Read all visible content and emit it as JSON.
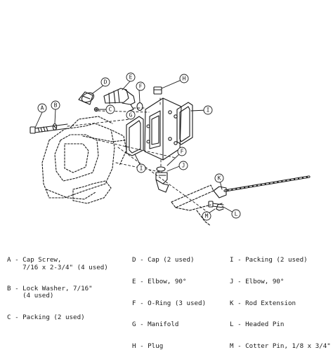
{
  "callouts": [
    "A",
    "B",
    "C",
    "D",
    "E",
    "F",
    "G",
    "H",
    "I",
    "J",
    "K",
    "L",
    "M"
  ],
  "legend": {
    "col1": [
      {
        "line1": "A - Cap Screw,",
        "line2": "    7/16 x 2-3/4\" (4 used)"
      },
      {
        "line1": "B - Lock Washer, 7/16\"",
        "line2": "    (4 used)"
      },
      {
        "line1": "C - Packing (2 used)",
        "line2": ""
      }
    ],
    "col2": [
      {
        "line1": "D - Cap (2 used)"
      },
      {
        "line1": "E - Elbow, 90°"
      },
      {
        "line1": "F - O-Ring (3 used)"
      },
      {
        "line1": "G - Manifold"
      },
      {
        "line1": "H - Plug"
      }
    ],
    "col3": [
      {
        "line1": "I - Packing (2 used)"
      },
      {
        "line1": "J - Elbow, 90°"
      },
      {
        "line1": "K - Rod Extension"
      },
      {
        "line1": "L - Headed Pin"
      },
      {
        "line1": "M - Cotter Pin, 1/8 x 3/4\""
      }
    ]
  }
}
